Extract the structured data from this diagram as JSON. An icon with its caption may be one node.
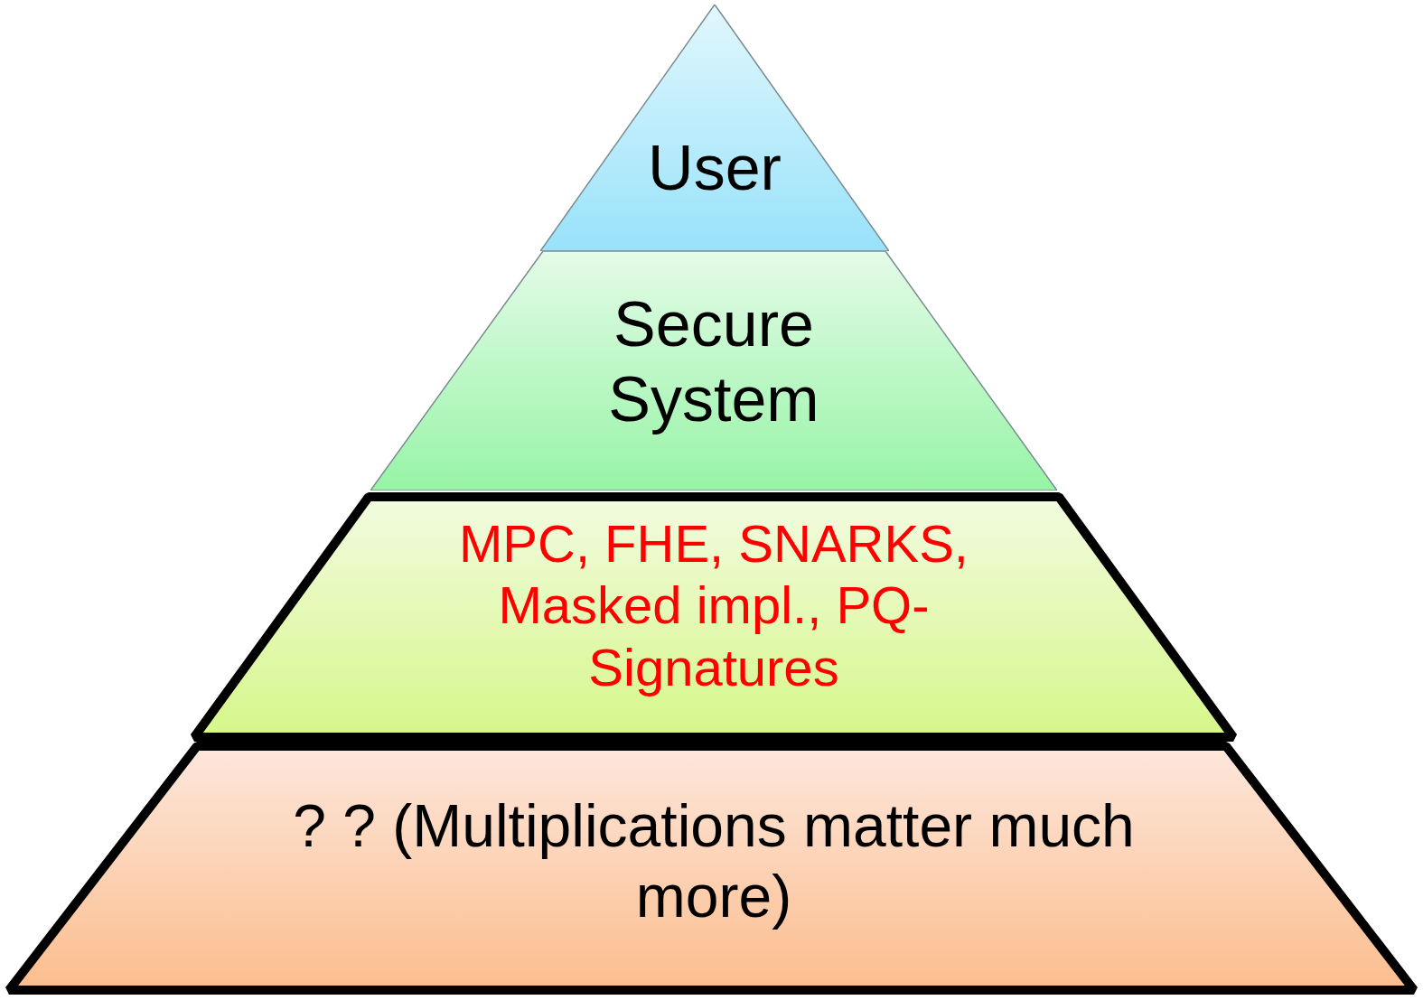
{
  "diagram": {
    "nodes": [
      {
        "text": [
          "User"
        ]
      },
      {
        "text": [
          "Secure System"
        ]
      },
      {
        "text": [
          "MPC, FHE, SNARKS, Masked impl., PQ-Signatures"
        ]
      },
      {
        "text": [
          "? ? (Multiplications matter much more)"
        ]
      }
    ]
  }
}
